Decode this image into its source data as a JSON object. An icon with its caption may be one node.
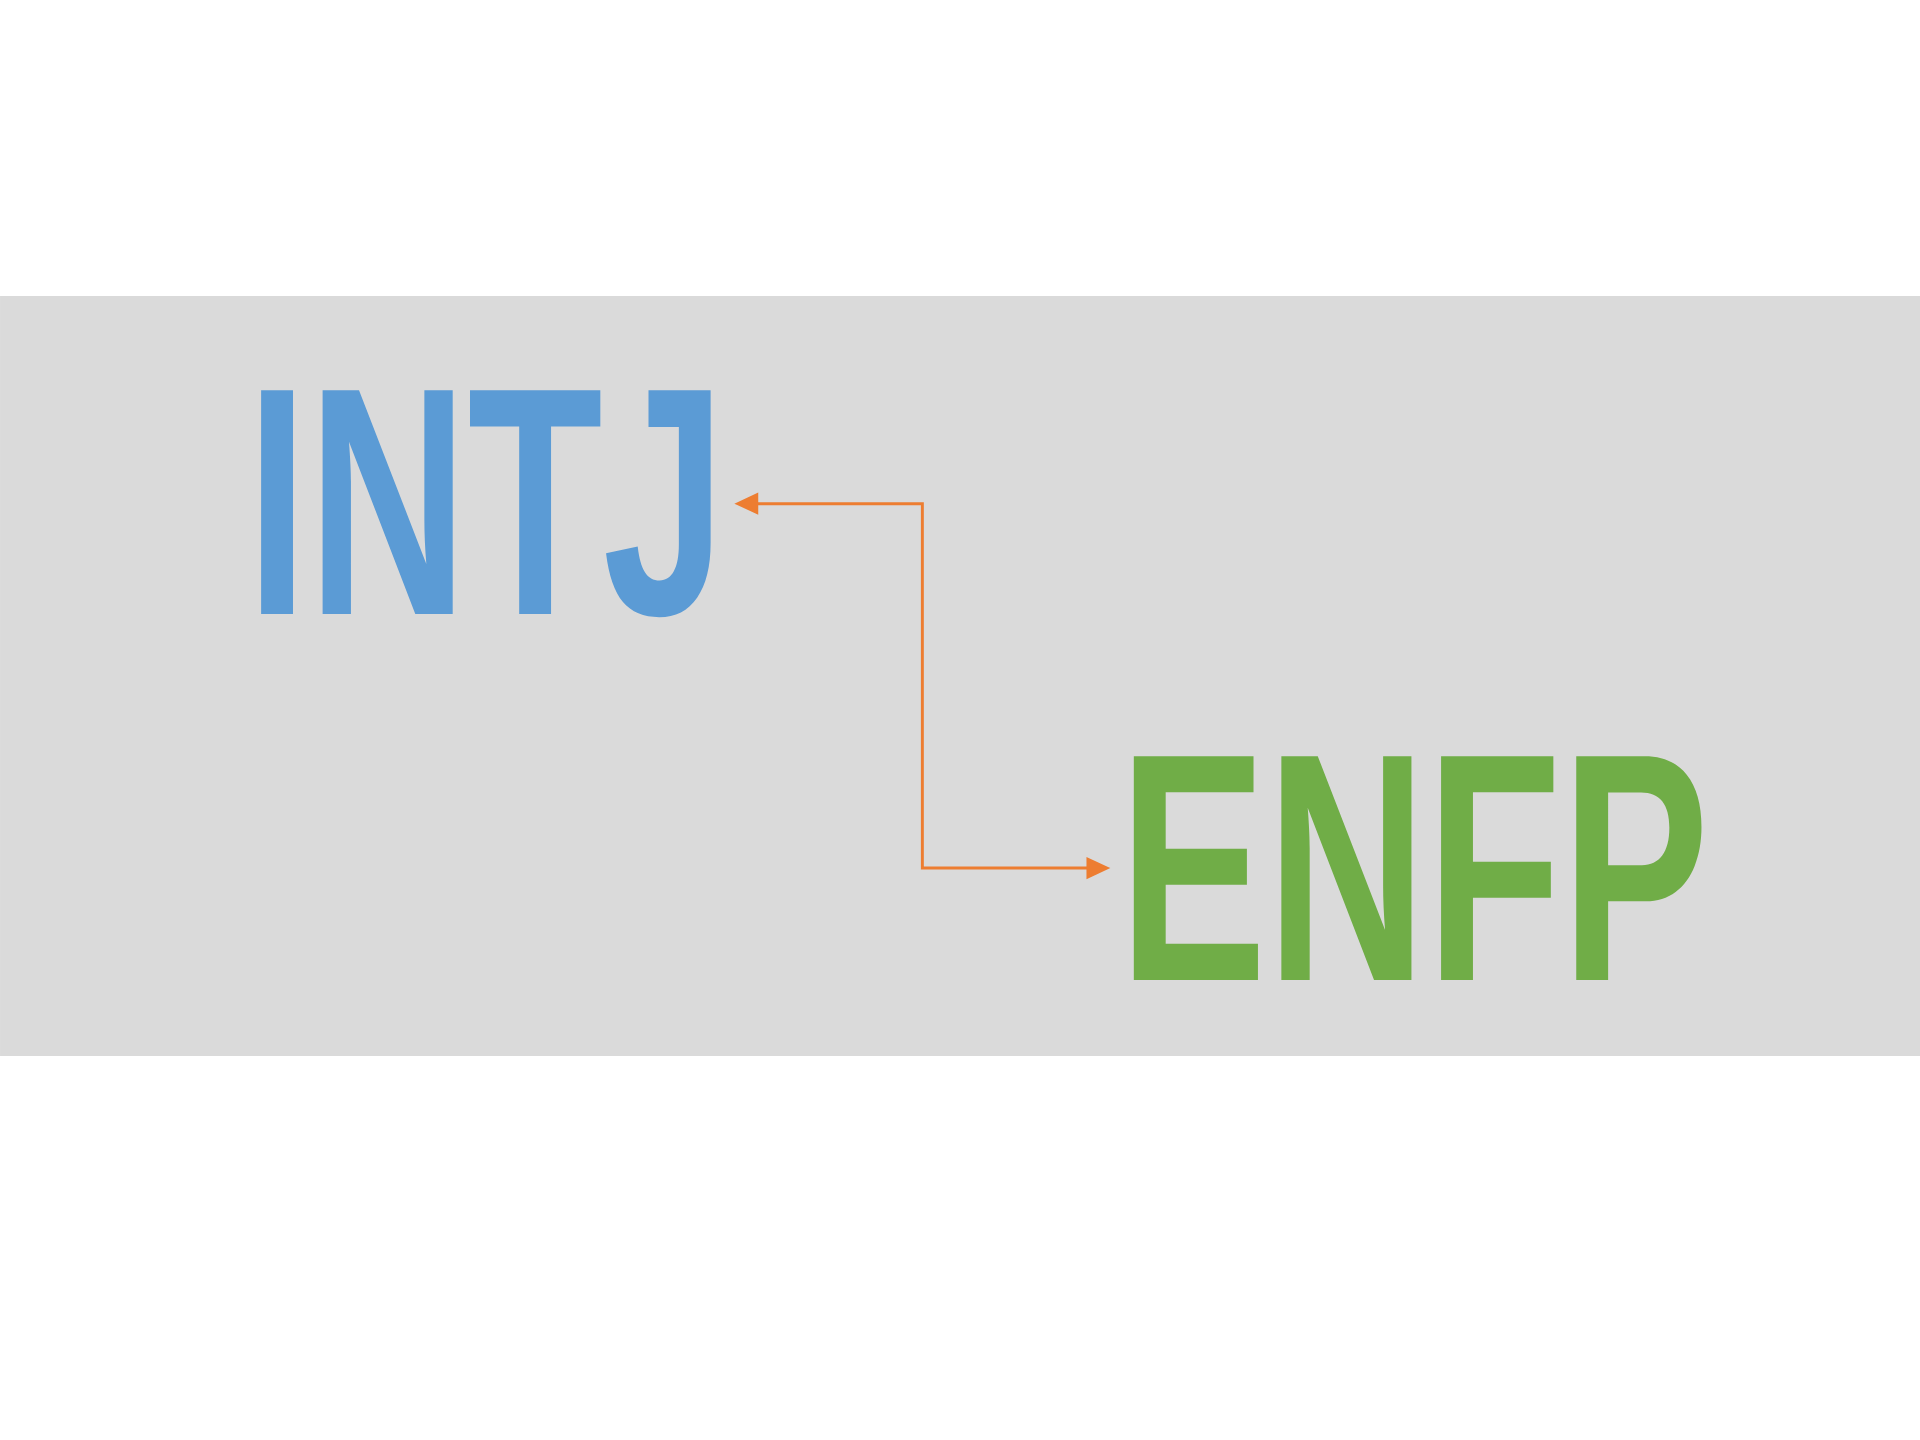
{
  "diagram": {
    "nodes": [
      {
        "text": [
          "INTJ"
        ]
      },
      {
        "text": [
          "ENFP"
        ]
      }
    ],
    "edges": [
      {
        "from": 0,
        "to": 1,
        "arrow": "both",
        "color": "#ed7d31"
      }
    ]
  }
}
